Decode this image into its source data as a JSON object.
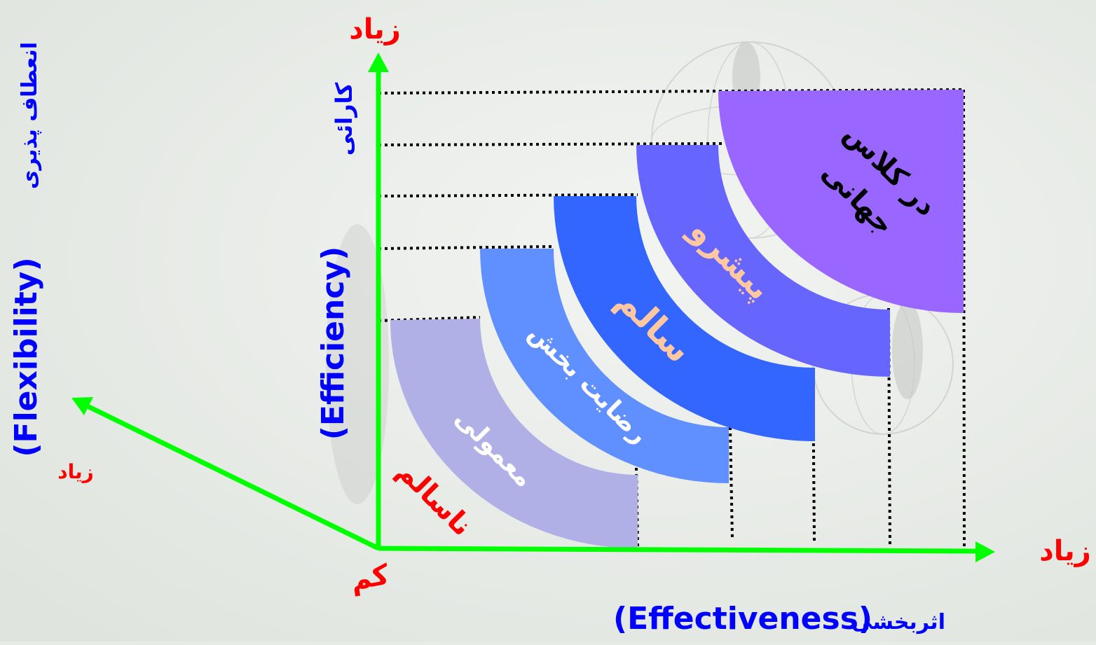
{
  "axes": {
    "y_high": "زیاد",
    "y_label_fa": "کارائی",
    "y_label_en": "(Efficiency)",
    "flex_label_fa": "انعطاف پذیری",
    "flex_label_en": "(Flexibility)",
    "flex_high": "زیاد",
    "x_high": "زیاد",
    "x_label_fa": "اثربخشی",
    "x_label_en": "(Effectiveness)",
    "origin": "کم"
  },
  "levels": [
    {
      "label": "ناسالم",
      "color": "#ff0000"
    },
    {
      "label": "معمولی",
      "color": "#ffffff",
      "fill": "#b0b0e6"
    },
    {
      "label": "رضایت بخش",
      "color": "#ffffff",
      "fill": "#6090ff"
    },
    {
      "label": "سالم",
      "color": "#ffc8a0",
      "fill": "#3366ff"
    },
    {
      "label": "پیشرو",
      "color": "#ffc8a0",
      "fill": "#6666ff"
    },
    {
      "label_line1": "در کلاس",
      "label_line2": "جهانی",
      "color": "#000000",
      "fill": "#9966ff"
    }
  ],
  "colors": {
    "axis": "#00ff00",
    "red": "#ff0000",
    "blue": "#0000ff",
    "grid_dots": "#000000"
  }
}
